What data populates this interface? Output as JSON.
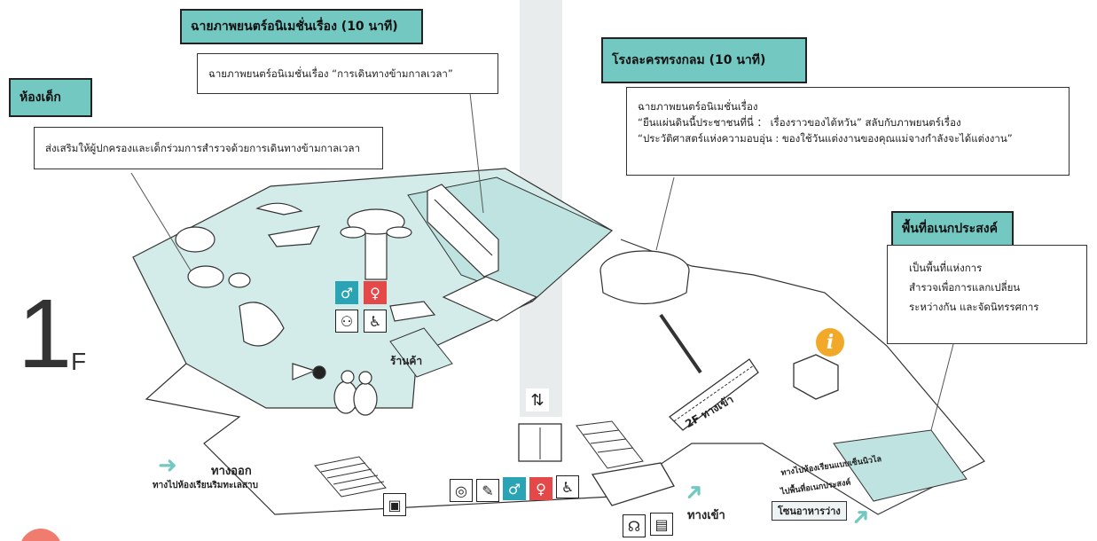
{
  "floor": {
    "number": "1",
    "letter": "F"
  },
  "callouts": {
    "kids_room": {
      "title": "ห้องเด็ก",
      "body": "ส่งเสริมให้ผู้ปกครองและเด็กร่วมการสำรวจด้วยการเดินทางข้ามกาลเวลา"
    },
    "animation": {
      "title": "ฉายภาพยนตร์อนิเมชั่นเรื่อง (10 นาที)",
      "body": "ฉายภาพยนตร์อนิเมชั่นเรื่อง “การเดินทางข้ามกาลเวลา”"
    },
    "dome_theater": {
      "title": "โรงละครทรงกลม (10 นาที)",
      "body_line1": "ฉายภาพยนตร์อนิเมชั่นเรื่อง",
      "body_line2": "“ยืนแผ่นดินนี้ประชาชนที่นี่ ： เรื่องราวของไต้หวัน” สลับกับภาพยนตร์เรื่อง",
      "body_line3": "“ประวัติศาสตร์แห่งความอบอุ่น : ของใช้วันแต่งงานของคุณแม่จางกำลังจะได้แต่งงาน”"
    },
    "multipurpose": {
      "title": "พื้นที่อเนกประสงค์",
      "body_line1": "เป็นพื้นที่แห่งการ",
      "body_line2": "สำรวจเพื่อการแลกเปลี่ยน",
      "body_line3": "ระหว่างกัน และจัดนิทรรศการ"
    }
  },
  "labels": {
    "shop": "ร้านค้า",
    "exit": "ทางออก",
    "exit_sub": "ทางไปห้องเรียนริมทะเลสาบ",
    "entrance": "ทางเข้า",
    "escalator_entrance": "2F ทางเข้า",
    "to_class": "ทางไปห้องเรียนแบบเซ็นนิวไล",
    "to_multipurpose": "ไปพื้นที่อเนกประสงค์",
    "dining_board": "โซนอาหารว่าง"
  },
  "icons": {
    "men_toilet": "man-icon",
    "women_toilet": "woman-icon",
    "family_toilet": "family-icon",
    "accessible_toilet": "wheelchair-icon",
    "elevator": "elevator-icon",
    "info": "i",
    "nursing": "nursing-icon",
    "baby_change": "baby-change-icon",
    "audio_guide": "headphones-icon",
    "brochure": "brochure-icon",
    "locker": "locker-icon"
  },
  "colors": {
    "teal": "#74c8c2",
    "teal_dark": "#2aa3b5",
    "red": "#e54848",
    "info": "#f2a929"
  }
}
